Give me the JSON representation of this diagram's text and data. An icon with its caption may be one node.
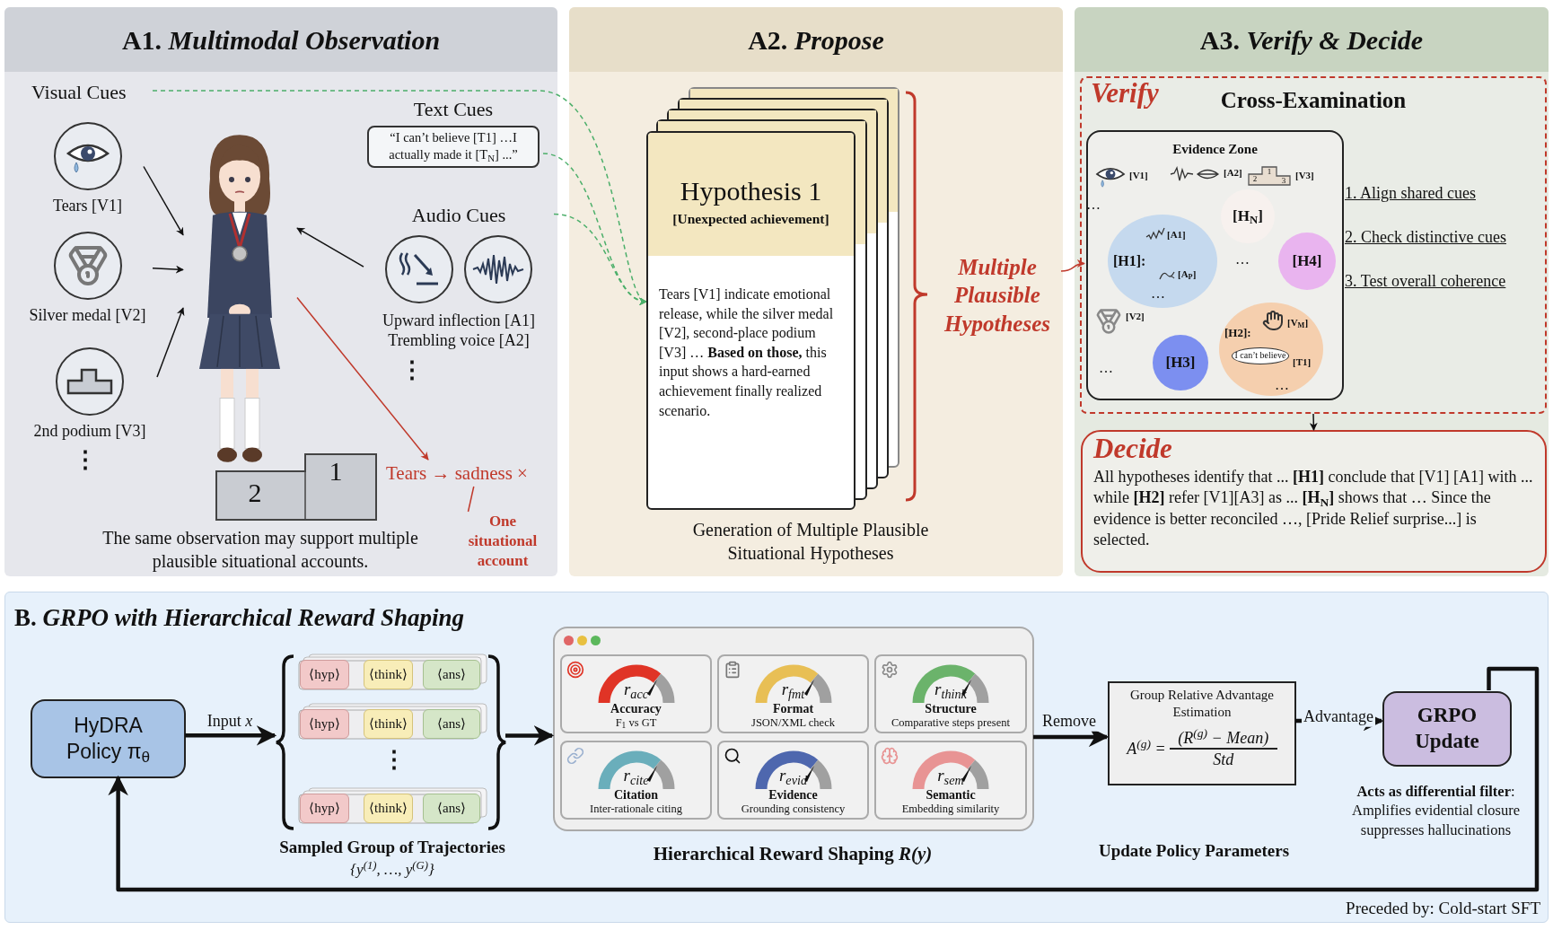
{
  "diagram": {
    "nodes": [
      {
        "text": [
          "A1. *Multimodal Observation*"
        ]
      },
      {
        "text": [
          "Visual Cues"
        ],
        "in": 0
      },
      {
        "text": [
          "Tears [V1]"
        ],
        "in": 0
      },
      {
        "text": [
          "Silver medal [V2]"
        ],
        "in": 0
      },
      {
        "text": [
          "2nd podium [V3]"
        ],
        "in": 0
      },
      {
        "text": [],
        "shape": "person",
        "in": 0
      },
      {
        "text": [
          "Text Cues",
          "“I can’t believe [T1] …I actually made it [T$_{N}$] ...”"
        ],
        "in": 0
      },
      {
        "text": [
          "Audio Cues",
          "Upward inflection [A1]",
          "Trembling voice [A2]"
        ],
        "in": 0
      },
      {
        "text": [
          "Tears → sadness ×"
        ],
        "in": 0
      },
      {
        "text": [
          "One situational account"
        ],
        "in": 0
      },
      {
        "text": [
          "A2. *Propose*"
        ]
      },
      {
        "text": [
          "Hypothesis 1",
          "[Unexpected achievement]",
          "Tears [V1] indicate emotional release, while the silver medal [V2], second-place podium [V3] … **Based on those,** this input shows a hard-earned achievement finally realized scenario."
        ],
        "in": 10
      },
      {
        "text": [
          "Multiple Plausible Hypotheses"
        ],
        "in": 10
      },
      {
        "text": [
          "A3. *Verify & Decide*"
        ]
      },
      {
        "text": [
          "Verify",
          "Cross-Examination"
        ],
        "in": 13
      },
      {
        "text": [
          "Evidence Zone"
        ],
        "in": 14
      },
      {
        "text": [
          "[H$_{N}$]"
        ],
        "in": 15
      },
      {
        "text": [
          "[H1]:",
          "[A1]",
          "[A$_{P}$]",
          "…"
        ],
        "in": 15
      },
      {
        "text": [
          "[H4]"
        ],
        "in": 15
      },
      {
        "text": [
          "[H2]:",
          "[V$_{M}$]",
          "I can’t believe",
          "[T1]",
          "…"
        ],
        "in": 15
      },
      {
        "text": [
          "[H3]"
        ],
        "in": 15
      },
      {
        "text": [
          "Decide",
          "All hypotheses identify that ... **[H1]** conclude that [V1] [A1] with ... while **[H2]** refer [V1][A3] as ... **[H$_{N}$]** shows that … Since the evidence is better reconciled …, [Pride Relief surprise...] is selected."
        ],
        "in": 13
      },
      {
        "text": [
          "B. *GRPO with Hierarchical Reward Shaping*"
        ]
      },
      {
        "text": [
          "HyDRA Policy π$_{θ}$"
        ],
        "in": 22
      },
      {
        "text": [],
        "shape": "bracket",
        "in": 22,
        "beside": [
          "Sampled Group of Trajectories",
          "{y$^{(1)}$, …, y$^{(G)}$}"
        ]
      },
      {
        "text": [
          "⟨hyp⟩"
        ],
        "in": 24
      },
      {
        "text": [
          "⟨think⟩"
        ],
        "in": 24
      },
      {
        "text": [
          "⟨ans⟩"
        ],
        "in": 24
      },
      {
        "text": [
          "⟨hyp⟩"
        ],
        "in": 24
      },
      {
        "text": [
          "⟨think⟩"
        ],
        "in": 24
      },
      {
        "text": [
          "⟨ans⟩"
        ],
        "in": 24
      },
      {
        "text": [
          "⟨hyp⟩"
        ],
        "in": 24
      },
      {
        "text": [
          "⟨think⟩"
        ],
        "in": 24
      },
      {
        "text": [
          "⟨ans⟩"
        ],
        "in": 24
      },
      {
        "text": [],
        "shape": "box",
        "in": 22,
        "beside": [
          "Hierarchical Reward Shaping *R(y)*"
        ]
      },
      {
        "text": [
          "r$_{acc}$",
          "Accuracy",
          "F$_{1}$ vs GT"
        ],
        "in": 34
      },
      {
        "text": [
          "r$_{fmt}$",
          "Format",
          "JSON/XML check"
        ],
        "in": 34
      },
      {
        "text": [
          "r$_{think}$",
          "Structure",
          "Comparative steps present"
        ],
        "in": 34
      },
      {
        "text": [
          "r$_{cite}$",
          "Citation",
          "Inter-rationale citing"
        ],
        "in": 34
      },
      {
        "text": [
          "r$_{evid}$",
          "Evidence",
          "Grounding consistency"
        ],
        "in": 34
      },
      {
        "text": [
          "r$_{sem}$",
          "Semantic",
          "Embedding similarity"
        ],
        "in": 34
      },
      {
        "text": [
          "Group Relative Advantage Estimation",
          "A$^{(g)}$ =",
          "(R$^{(g)}$ − Mean)",
          "Std"
        ],
        "in": 22
      },
      {
        "text": [
          "GRPO Update"
        ],
        "in": 22,
        "beside": [
          "**Acts as differential filter**:",
          "Amplifies evidential closure suppresses hallucinations"
        ]
      }
    ],
    "edges": [
      {
        "from": 2,
        "to": 5,
        "arrow": "to"
      },
      {
        "from": 3,
        "to": 5,
        "arrow": "to"
      },
      {
        "from": 4,
        "to": 5,
        "arrow": "to"
      },
      {
        "from": 7,
        "to": 5,
        "arrow": "to"
      },
      {
        "from": 5,
        "to": 8,
        "arrow": "to",
        "color": "#c0392b"
      },
      {
        "from": 8,
        "to": 9,
        "arrow": "none",
        "color": "#c0392b"
      },
      {
        "from": 1,
        "to": 11,
        "arrow": "to",
        "style": "dashed",
        "color": "#4caf6a"
      },
      {
        "from": 6,
        "to": 11,
        "arrow": "to",
        "style": "dashed",
        "color": "#4caf6a"
      },
      {
        "from": 7,
        "to": 11,
        "arrow": "to",
        "style": "dashed",
        "color": "#4caf6a"
      },
      {
        "from": 12,
        "to": 15,
        "arrow": "to",
        "color": "#c0392b"
      },
      {
        "from": 14,
        "to": 21,
        "arrow": "to"
      },
      {
        "from": 23,
        "to": 24,
        "arrow": "to",
        "label": "Input *x*",
        "style": "thick"
      },
      {
        "from": 24,
        "to": 34,
        "arrow": "to",
        "style": "thick"
      },
      {
        "from": 34,
        "to": 41,
        "arrow": "to",
        "label": "Remove",
        "style": "thick"
      },
      {
        "from": 41,
        "to": 42,
        "arrow": "to",
        "label": "Advantage",
        "style": "thick"
      },
      {
        "from": 42,
        "to": 23,
        "arrow": "to",
        "style": "thick"
      }
    ],
    "labels": [
      "⋮",
      "⋮",
      "2",
      "1",
      "The same observation may support multiple plausible situational accounts.",
      "Generation of Multiple Plausible Situational Hypotheses",
      "[V1]",
      "[A2]",
      "2",
      "1",
      "3",
      "[V3]",
      "…",
      "…",
      "[V2]",
      "…",
      "1. Align shared cues",
      "2. Check distinctive cues",
      "3. Test overall coherence",
      "⋮",
      "Update Policy Parameters",
      "Preceded by: Cold-start SFT"
    ]
  }
}
